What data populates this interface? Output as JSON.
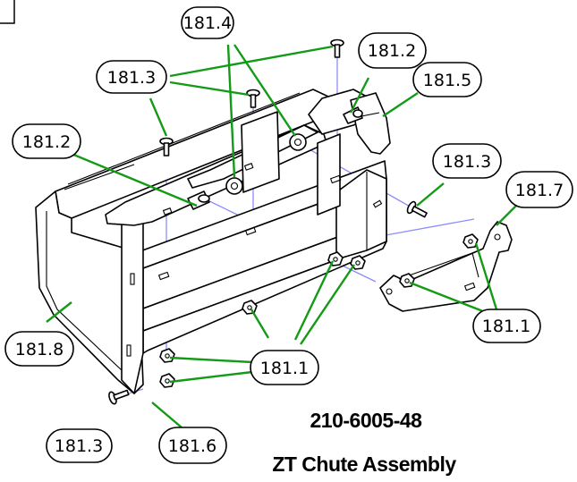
{
  "drawing": {
    "part_number": "210-6005-48",
    "assembly_name": "ZT Chute Assembly"
  },
  "callouts": [
    {
      "id": "c1",
      "label": "181.4"
    },
    {
      "id": "c2",
      "label": "181.3"
    },
    {
      "id": "c3",
      "label": "181.2"
    },
    {
      "id": "c4",
      "label": "181.5"
    },
    {
      "id": "c5",
      "label": "181.2"
    },
    {
      "id": "c6",
      "label": "181.3"
    },
    {
      "id": "c7",
      "label": "181.7"
    },
    {
      "id": "c8",
      "label": "181.1"
    },
    {
      "id": "c9",
      "label": "181.8"
    },
    {
      "id": "c10",
      "label": "181.1"
    },
    {
      "id": "c11",
      "label": "181.3"
    },
    {
      "id": "c12",
      "label": "181.6"
    }
  ],
  "colors": {
    "leader": "#139a16",
    "assembly_line": "#8c8cff",
    "outline": "#000000"
  }
}
